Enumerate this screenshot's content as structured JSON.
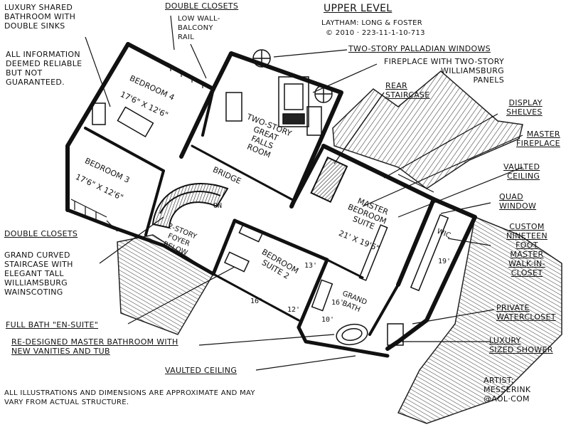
{
  "title": {
    "main": "UPPER LEVEL",
    "credit": "LAYTHAM: LONG & FOSTER",
    "copyright": "© 2010 · 223-11-1-10-713"
  },
  "notes": {
    "disclaimer_info": "ALL INFORMATION\nDEEMED RELIABLE\nBUT NOT\nGUARANTEED.",
    "disclaimer_bottom": "ALL ILLUSTRATIONS AND DIMENSIONS ARE APPROXIMATE AND MAY\nVARY FROM ACTUAL STRUCTURE.",
    "artist": "ARTIST:\nMESSERINK\n@AOL·COM"
  },
  "callouts": {
    "luxury_shared_bath": "LUXURY SHARED\nBATHROOM WITH\nDOUBLE SINKS",
    "double_closets_top": "DOUBLE CLOSETS",
    "low_wall": "LOW WALL-\nBALCONY\nRAIL",
    "palladian": "TWO-STORY PALLADIAN WINDOWS",
    "fireplace_panels": "FIREPLACE WITH TWO-STORY\nWILLIAMSBURG\nPANELS",
    "rear_staircase": "REAR\nSTAIRCASE",
    "display_shelves": "DISPLAY\nSHELVES",
    "master_fireplace": "MASTER\nFIREPLACE",
    "vaulted_right": "VAULTED\nCEILING",
    "quad_window": "QUAD\nWINDOW",
    "walk_in_closet": "CUSTOM\nNINETEEN\nFOOT\nMASTER\nWALK-IN-\nCLOSET",
    "private_wc": "PRIVATE\nWATERCLOSET",
    "luxury_shower": "LUXURY\nSIZED SHOWER",
    "double_closets_left": "DOUBLE CLOSETS",
    "grand_staircase": "GRAND CURVED\nSTAIRCASE WITH\nELEGANT TALL\nWILLIAMSBURG\nWAINSCOTING",
    "full_bath": "FULL BATH \"EN-SUITE\"",
    "redesigned_bath": "RE-DESIGNED MASTER BATHROOM WITH\nNEW VANITIES AND TUB",
    "vaulted_bottom": "VAULTED CEILING"
  },
  "rooms": {
    "bedroom4": {
      "name": "BEDROOM 4",
      "dims": "17'6\" x 12'6\""
    },
    "bedroom3": {
      "name": "BEDROOM 3",
      "dims": "17'6\" x 12'6\""
    },
    "great_falls": {
      "name": "TWO-STORY\nGREAT\nFALLS\nROOM"
    },
    "bridge": {
      "name": "BRIDGE"
    },
    "foyer": {
      "name": "2-STORY\nFOYER\nBELOW"
    },
    "master": {
      "name": "MASTER\nBEDROOM\nSUITE",
      "dims": "21' x 19'6\""
    },
    "bedroom_suite2": {
      "name": "BEDROOM\nSUITE 2"
    },
    "grand_bath": {
      "name": "GRAND\nBATH"
    },
    "wic": {
      "name": "WIC"
    }
  },
  "dimension_marks": {
    "suite2_13": "13'",
    "suite2_16": "16'",
    "suite2_12": "12'",
    "bath_16": "16'",
    "bath_10": "10'",
    "wic_19": "19'",
    "stair_on": "ON"
  }
}
